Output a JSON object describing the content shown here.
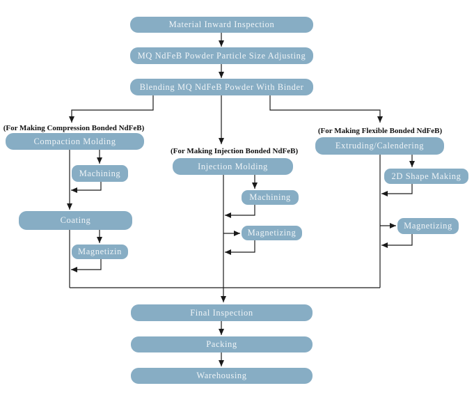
{
  "flowchart": {
    "colors": {
      "node_fill": "#87ADC4",
      "node_text": "#EFF4F7",
      "connector": "#1A1A1A",
      "label_text": "#111111",
      "background": "#FFFFFF"
    },
    "top_flow": {
      "material_inspection": "Material Inward Inspection",
      "particle_size_adjusting": "MQ NdFeB Powder Particle Size Adjusting",
      "blending": "Blending MQ NdFeB Powder With Binder"
    },
    "compression_branch": {
      "label": "(For Making Compression Bonded NdFeB)",
      "compaction_molding": "Compaction Molding",
      "machining": "Machining",
      "coating": "Coating",
      "magnetizing": "Magnetizin"
    },
    "injection_branch": {
      "label": "(For Making Injection Bonded NdFeB)",
      "injection_molding": "Injection Molding",
      "machining": "Machining",
      "magnetizing": "Magnetizing"
    },
    "flexible_branch": {
      "label": "(For Making Flexible Bonded NdFeB)",
      "extruding_calendering": "Extruding/Calendering",
      "shape_making": "2D Shape Making",
      "magnetizing": "Magnetizing"
    },
    "final_flow": {
      "final_inspection": "Final Inspection",
      "packing": "Packing",
      "warehousing": "Warehousing"
    }
  }
}
